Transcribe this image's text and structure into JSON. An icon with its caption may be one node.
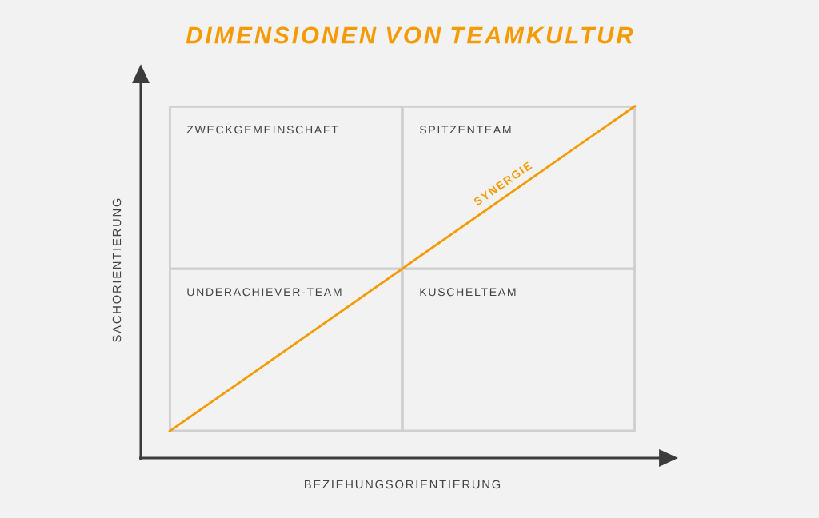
{
  "diagram": {
    "title": "DIMENSIONEN VON TEAMKULTUR",
    "nodes": [
      {
        "text": [
          "ZWECKGEMEINSCHAFT"
        ]
      },
      {
        "text": [
          "SPITZENTEAM"
        ]
      },
      {
        "text": [
          "UNDERACHIEVER-TEAM"
        ]
      },
      {
        "text": [
          "KUSCHELTEAM"
        ]
      }
    ],
    "edges": [
      {
        "from": 2,
        "to": 1,
        "arrow": "none",
        "label": "SYNERGIE"
      }
    ],
    "labels": [
      "SACHORIENTIERUNG",
      "BEZIEHUNGSORIENTIERUNG"
    ]
  }
}
